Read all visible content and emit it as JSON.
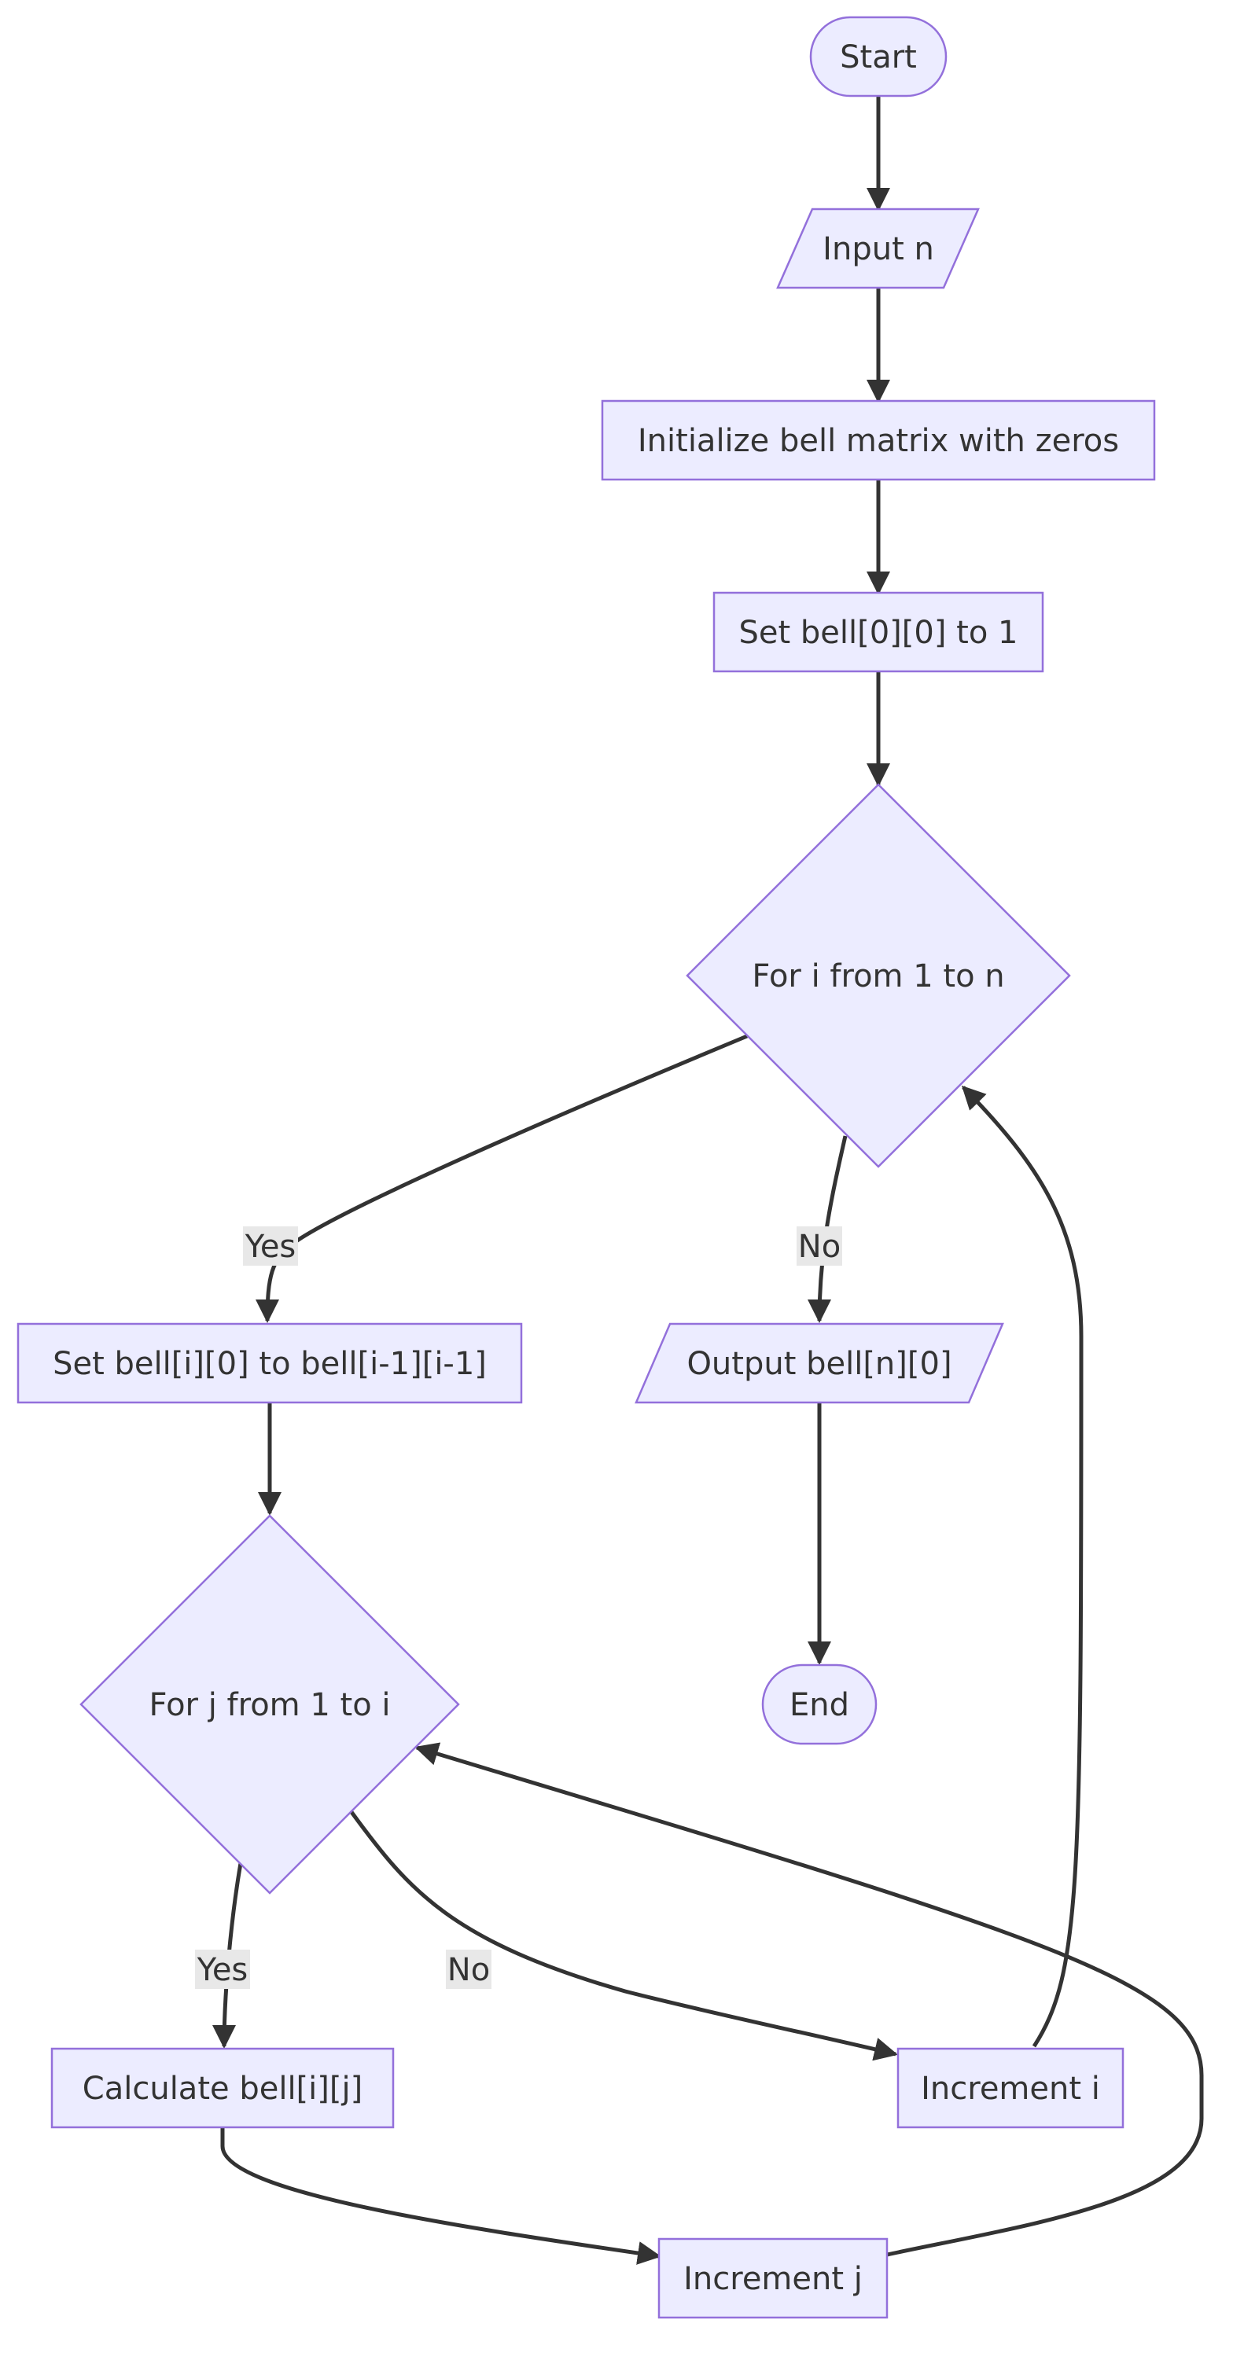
{
  "diagram": {
    "nodes": {
      "start": "Start",
      "input_n": "Input n",
      "init_matrix": "Initialize bell matrix with zeros",
      "set_first": "Set bell[0][0] to 1",
      "loop_i": "For i from 1 to n",
      "set_row_start": "Set bell[i][0] to bell[i-1][i-1]",
      "output": "Output bell[n][0]",
      "end": "End",
      "loop_j": "For j from 1 to i",
      "calculate": "Calculate bell[i][j]",
      "increment_i": "Increment i",
      "increment_j": "Increment j"
    },
    "edge_labels": {
      "loop_i_yes": "Yes",
      "loop_i_no": "No",
      "loop_j_yes": "Yes",
      "loop_j_no": "No"
    }
  }
}
